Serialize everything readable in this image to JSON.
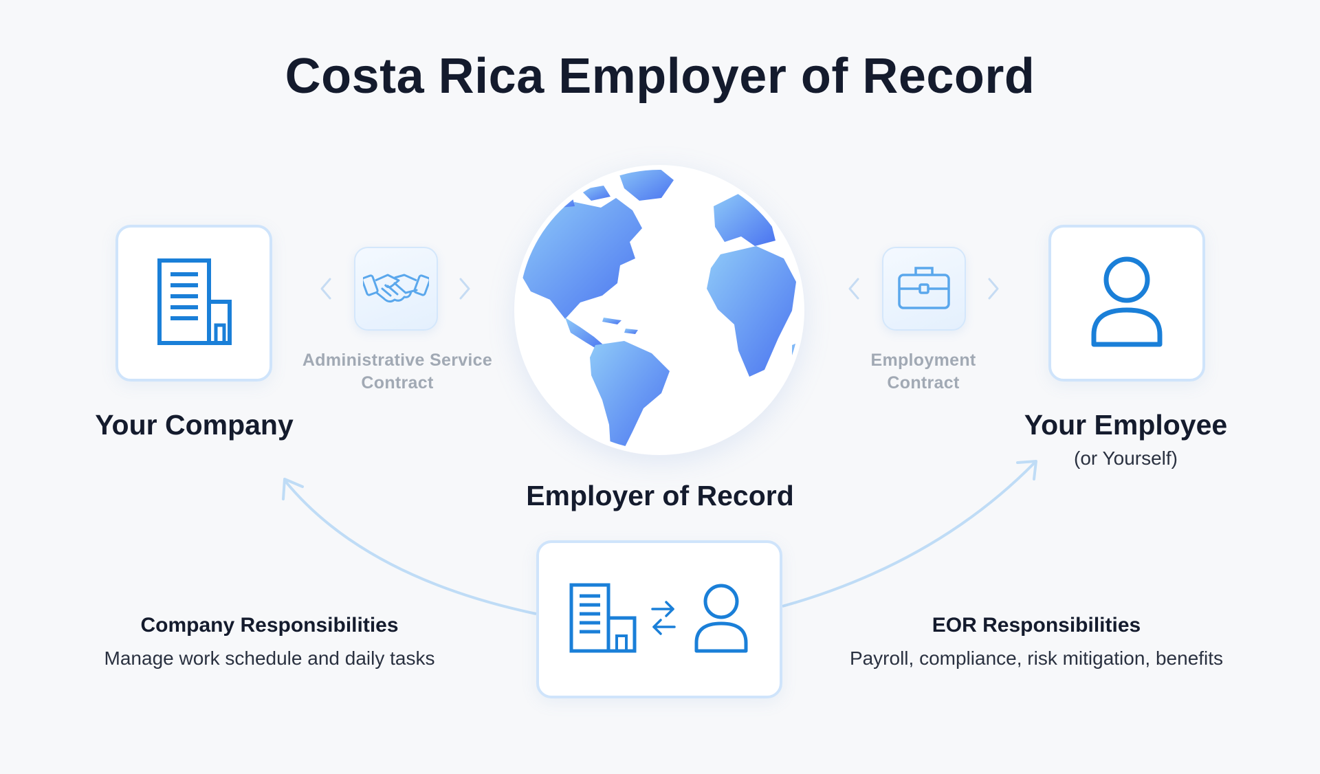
{
  "title": "Costa Rica Employer of Record",
  "company": {
    "label": "Your Company",
    "icon": "building-icon"
  },
  "employee": {
    "label": "Your Employee",
    "sublabel": "(or Yourself)",
    "icon": "person-icon"
  },
  "center": {
    "label": "Employer of Record",
    "icon": "globe-icon"
  },
  "left_contract": {
    "line1": "Administrative Service",
    "line2": "Contract",
    "icon": "handshake-icon"
  },
  "right_contract": {
    "line1": "Employment",
    "line2": "Contract",
    "icon": "briefcase-icon"
  },
  "company_responsibilities": {
    "title": "Company Responsibilities",
    "text": "Manage work schedule and daily tasks"
  },
  "eor_responsibilities": {
    "title": "EOR Responsibilities",
    "text": "Payroll, compliance, risk mitigation, benefits"
  },
  "eor_card": {
    "icons": [
      "building-icon",
      "exchange-arrows-icon",
      "person-icon"
    ]
  },
  "colors": {
    "accent": "#1a7fd8",
    "globe_light": "#8fcaf8",
    "globe_dark": "#4a73f0",
    "card_border": "#cfe4fb",
    "arrow": "#bfdcf6",
    "muted_text": "#a1a9b4",
    "background": "#f7f8fa"
  }
}
